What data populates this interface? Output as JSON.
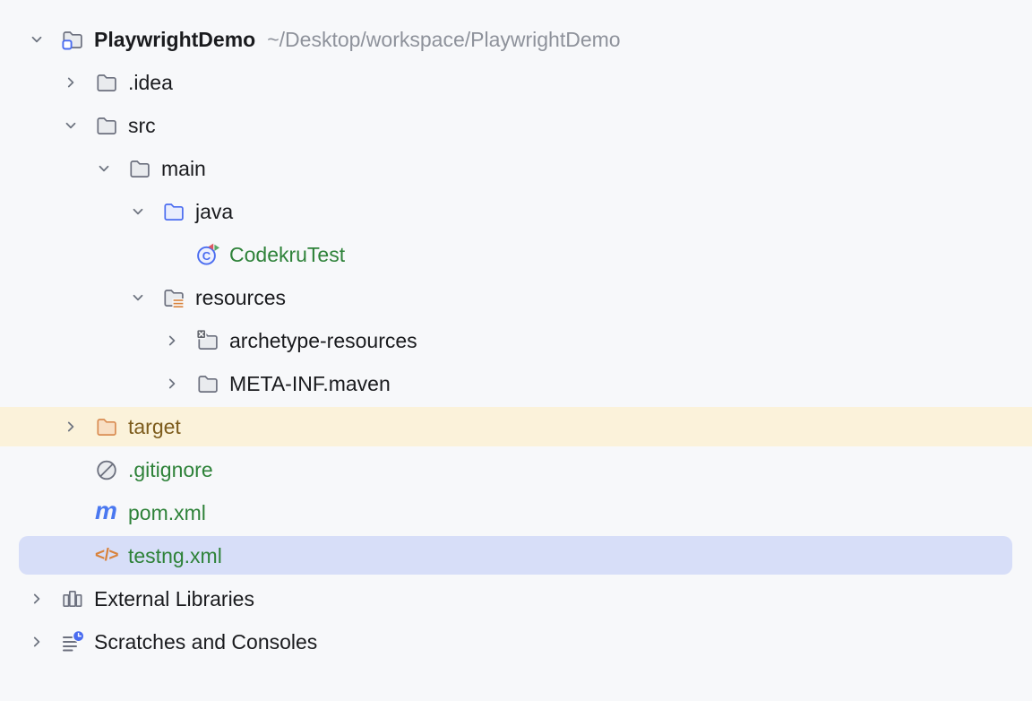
{
  "panel": {
    "name": "Project tool window",
    "background": "#f7f8fa"
  },
  "colors": {
    "default_text": "#1a1b1e",
    "vcs_added_green": "#2e8239",
    "excluded_brown": "#7d5c1d",
    "path_gray": "#8e929b",
    "selection_background": "#d7def8",
    "target_row_background": "#fbf2da",
    "folder_outline": "#6c707e",
    "sources_blue": "#4a6cf0",
    "maven_blue": "#4a78f0",
    "xml_orange": "#d9823b",
    "excluded_folder_orange": "#d98c52"
  },
  "icons": {
    "maven_glyph": "m",
    "xml_glyph": "</>"
  },
  "tree": {
    "rows": [
      {
        "label": "PlaywrightDemo",
        "path": "~/Desktop/workspace/PlaywrightDemo",
        "level": 0,
        "icon": "project-folder",
        "state": "expanded"
      },
      {
        "label": ".idea",
        "level": 1,
        "icon": "folder",
        "state": "collapsed"
      },
      {
        "label": "src",
        "level": 1,
        "icon": "folder",
        "state": "expanded"
      },
      {
        "label": "main",
        "level": 2,
        "icon": "folder",
        "state": "expanded"
      },
      {
        "label": "java",
        "level": 3,
        "icon": "sources-folder",
        "state": "expanded"
      },
      {
        "label": "CodekruTest",
        "level": 4,
        "icon": "java-test-class",
        "state": "leaf",
        "text_color": "green"
      },
      {
        "label": "resources",
        "level": 3,
        "icon": "resources-folder",
        "state": "expanded"
      },
      {
        "label": "archetype-resources",
        "level": 4,
        "icon": "excluded-folder",
        "state": "collapsed"
      },
      {
        "label": "META-INF.maven",
        "level": 4,
        "icon": "folder",
        "state": "collapsed"
      },
      {
        "label": "target",
        "level": 1,
        "icon": "excluded-root-folder",
        "state": "collapsed",
        "text_color": "brown",
        "highlight": "cream"
      },
      {
        "label": ".gitignore",
        "level": 1,
        "icon": "ignored-file",
        "state": "leaf",
        "text_color": "green"
      },
      {
        "label": "pom.xml",
        "level": 1,
        "icon": "maven-file",
        "state": "leaf",
        "text_color": "green"
      },
      {
        "label": "testng.xml",
        "level": 1,
        "icon": "xml-file",
        "state": "leaf",
        "text_color": "green",
        "highlight": "selected"
      },
      {
        "label": "External Libraries",
        "level": 0,
        "icon": "external-libraries",
        "state": "collapsed"
      },
      {
        "label": "Scratches and Consoles",
        "level": 0,
        "icon": "scratches-and-consoles",
        "state": "collapsed"
      }
    ]
  }
}
